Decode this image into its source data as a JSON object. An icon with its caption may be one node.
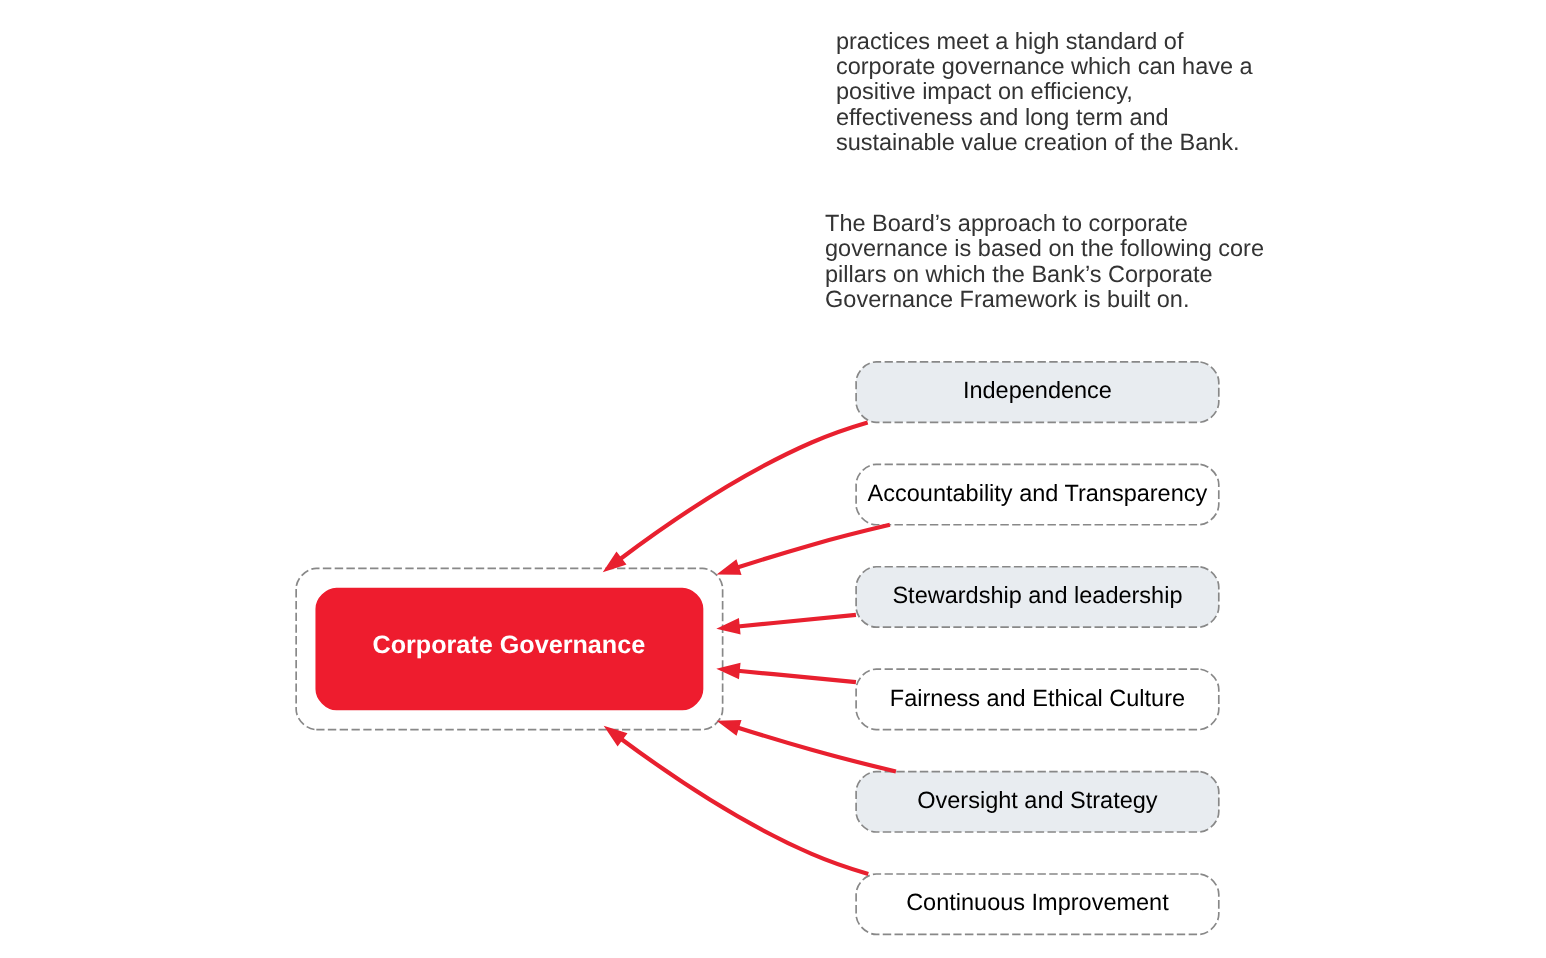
{
  "diagram": {
    "nodes": [
      {
        "text": [],
        "shape": "box"
      },
      {
        "text": [
          "Corporate Governance"
        ],
        "in": 0
      },
      {
        "text": [
          "Independence"
        ]
      },
      {
        "text": [
          "Accountability and Transparency"
        ]
      },
      {
        "text": [
          "Stewardship and leadership"
        ]
      },
      {
        "text": [
          "Fairness and Ethical Culture"
        ]
      },
      {
        "text": [
          "Oversight and Strategy"
        ]
      },
      {
        "text": [
          "Continuous Improvement"
        ]
      }
    ],
    "edges": [
      {
        "from": 2,
        "to": 0,
        "arrow": "to"
      },
      {
        "from": 3,
        "to": 0,
        "arrow": "to"
      },
      {
        "from": 4,
        "to": 0,
        "arrow": "to"
      },
      {
        "from": 5,
        "to": 0,
        "arrow": "to"
      },
      {
        "from": 6,
        "to": 0,
        "arrow": "to"
      },
      {
        "from": 7,
        "to": 0,
        "arrow": "to"
      }
    ],
    "labels": [
      "practices meet a high standard of corporate governance which can have a positive impact on efficiency, effectiveness and long term and sustainable value creation of the Bank.",
      "The Board’s approach to corporate governance is based on the following core pillars on which the Bank’s Corporate Governance Framework is built on."
    ]
  }
}
